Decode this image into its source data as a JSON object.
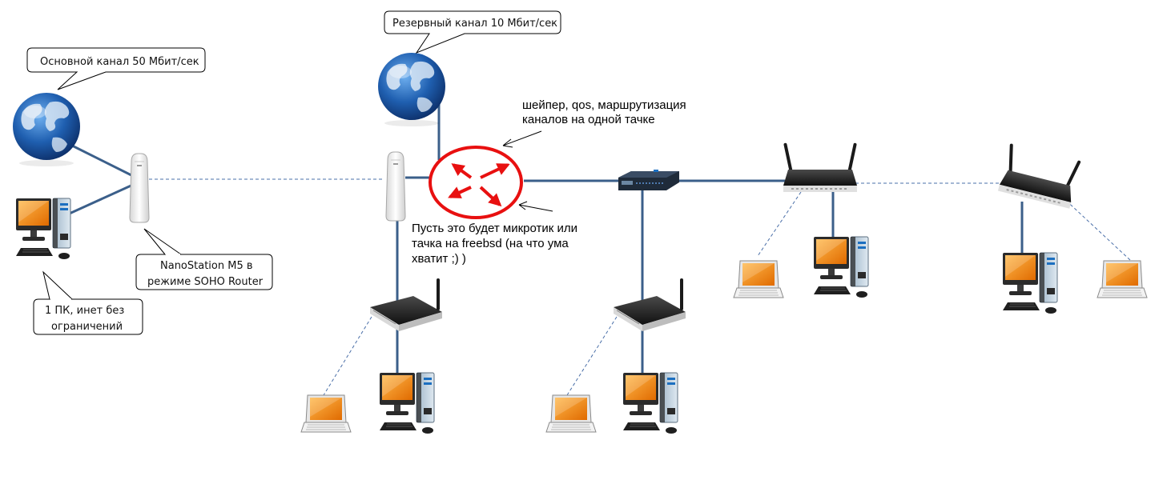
{
  "callouts": {
    "main_channel": "Основной канал 50 Мбит/сек",
    "backup_channel": "Резервный канал 10 Мбит/сек",
    "nanostation": [
      "NanoStation M5 в",
      "режиме SOHO Router"
    ],
    "one_pc": [
      "1 ПК, инет без",
      "ограничений"
    ]
  },
  "annotations": {
    "shaper": [
      "шейпер, qos, маршрутизация",
      "каналов на одной тачке"
    ],
    "mikrotik": [
      "Пусть это будет микротик или",
      "тачка на freebsd (на что ума",
      "хватит ;) )"
    ]
  },
  "colors": {
    "link": "#3b5f8a",
    "wireless_dashed": "#4a6fa8",
    "core_router": "#e81010",
    "globe_ocean": "#1f5fb0",
    "globe_land": "#d8e6f4",
    "screen": "#f08a10",
    "device_body": "#2a2a2a"
  },
  "icons": {
    "globe": "internet-globe-icon",
    "antenna": "nanostation-antenna-icon",
    "core_router": "core-router-symbol-icon",
    "switch": "network-switch-icon",
    "wifi_router": "wifi-router-icon",
    "desktop_pc": "desktop-pc-icon",
    "laptop": "laptop-icon"
  }
}
